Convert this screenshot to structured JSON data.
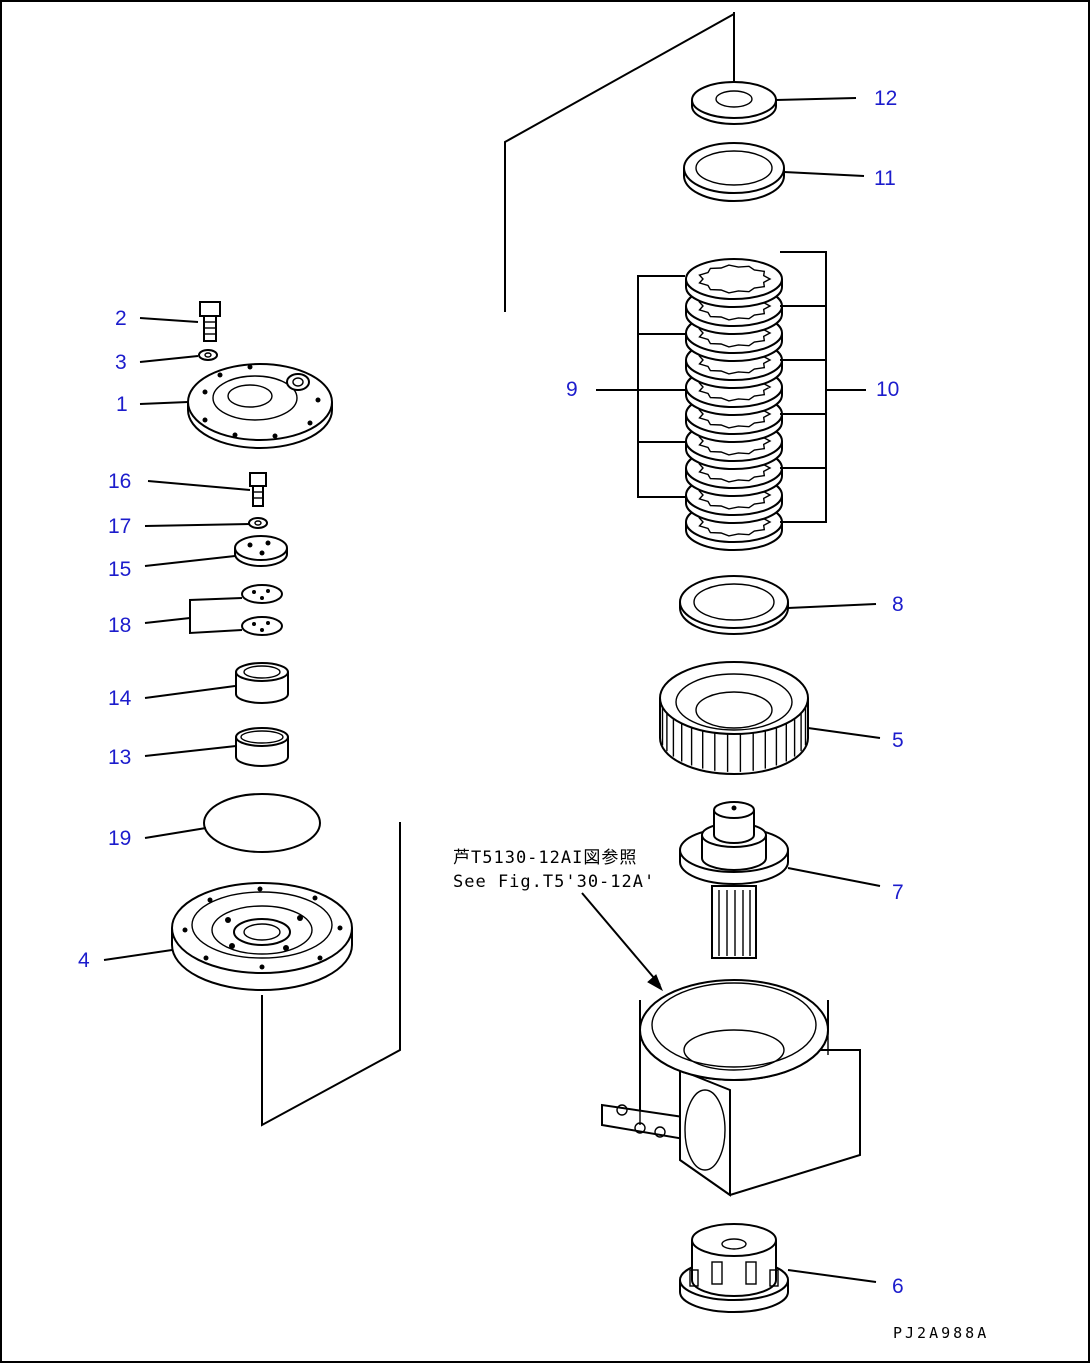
{
  "diagram": {
    "part_labels": {
      "p1": "1",
      "p2": "2",
      "p3": "3",
      "p4": "4",
      "p5": "5",
      "p6": "6",
      "p7": "7",
      "p8": "8",
      "p9": "9",
      "p10": "10",
      "p11": "11",
      "p12": "12",
      "p13": "13",
      "p14": "14",
      "p15": "15",
      "p16": "16",
      "p17": "17",
      "p18": "18",
      "p19": "19"
    },
    "reference_note_jp": "芦T5130-12AI図参照",
    "reference_note_en": "See Fig.T5'30-12A'",
    "drawing_code": "PJ2A988A",
    "label_color": "#1c1ccc"
  }
}
